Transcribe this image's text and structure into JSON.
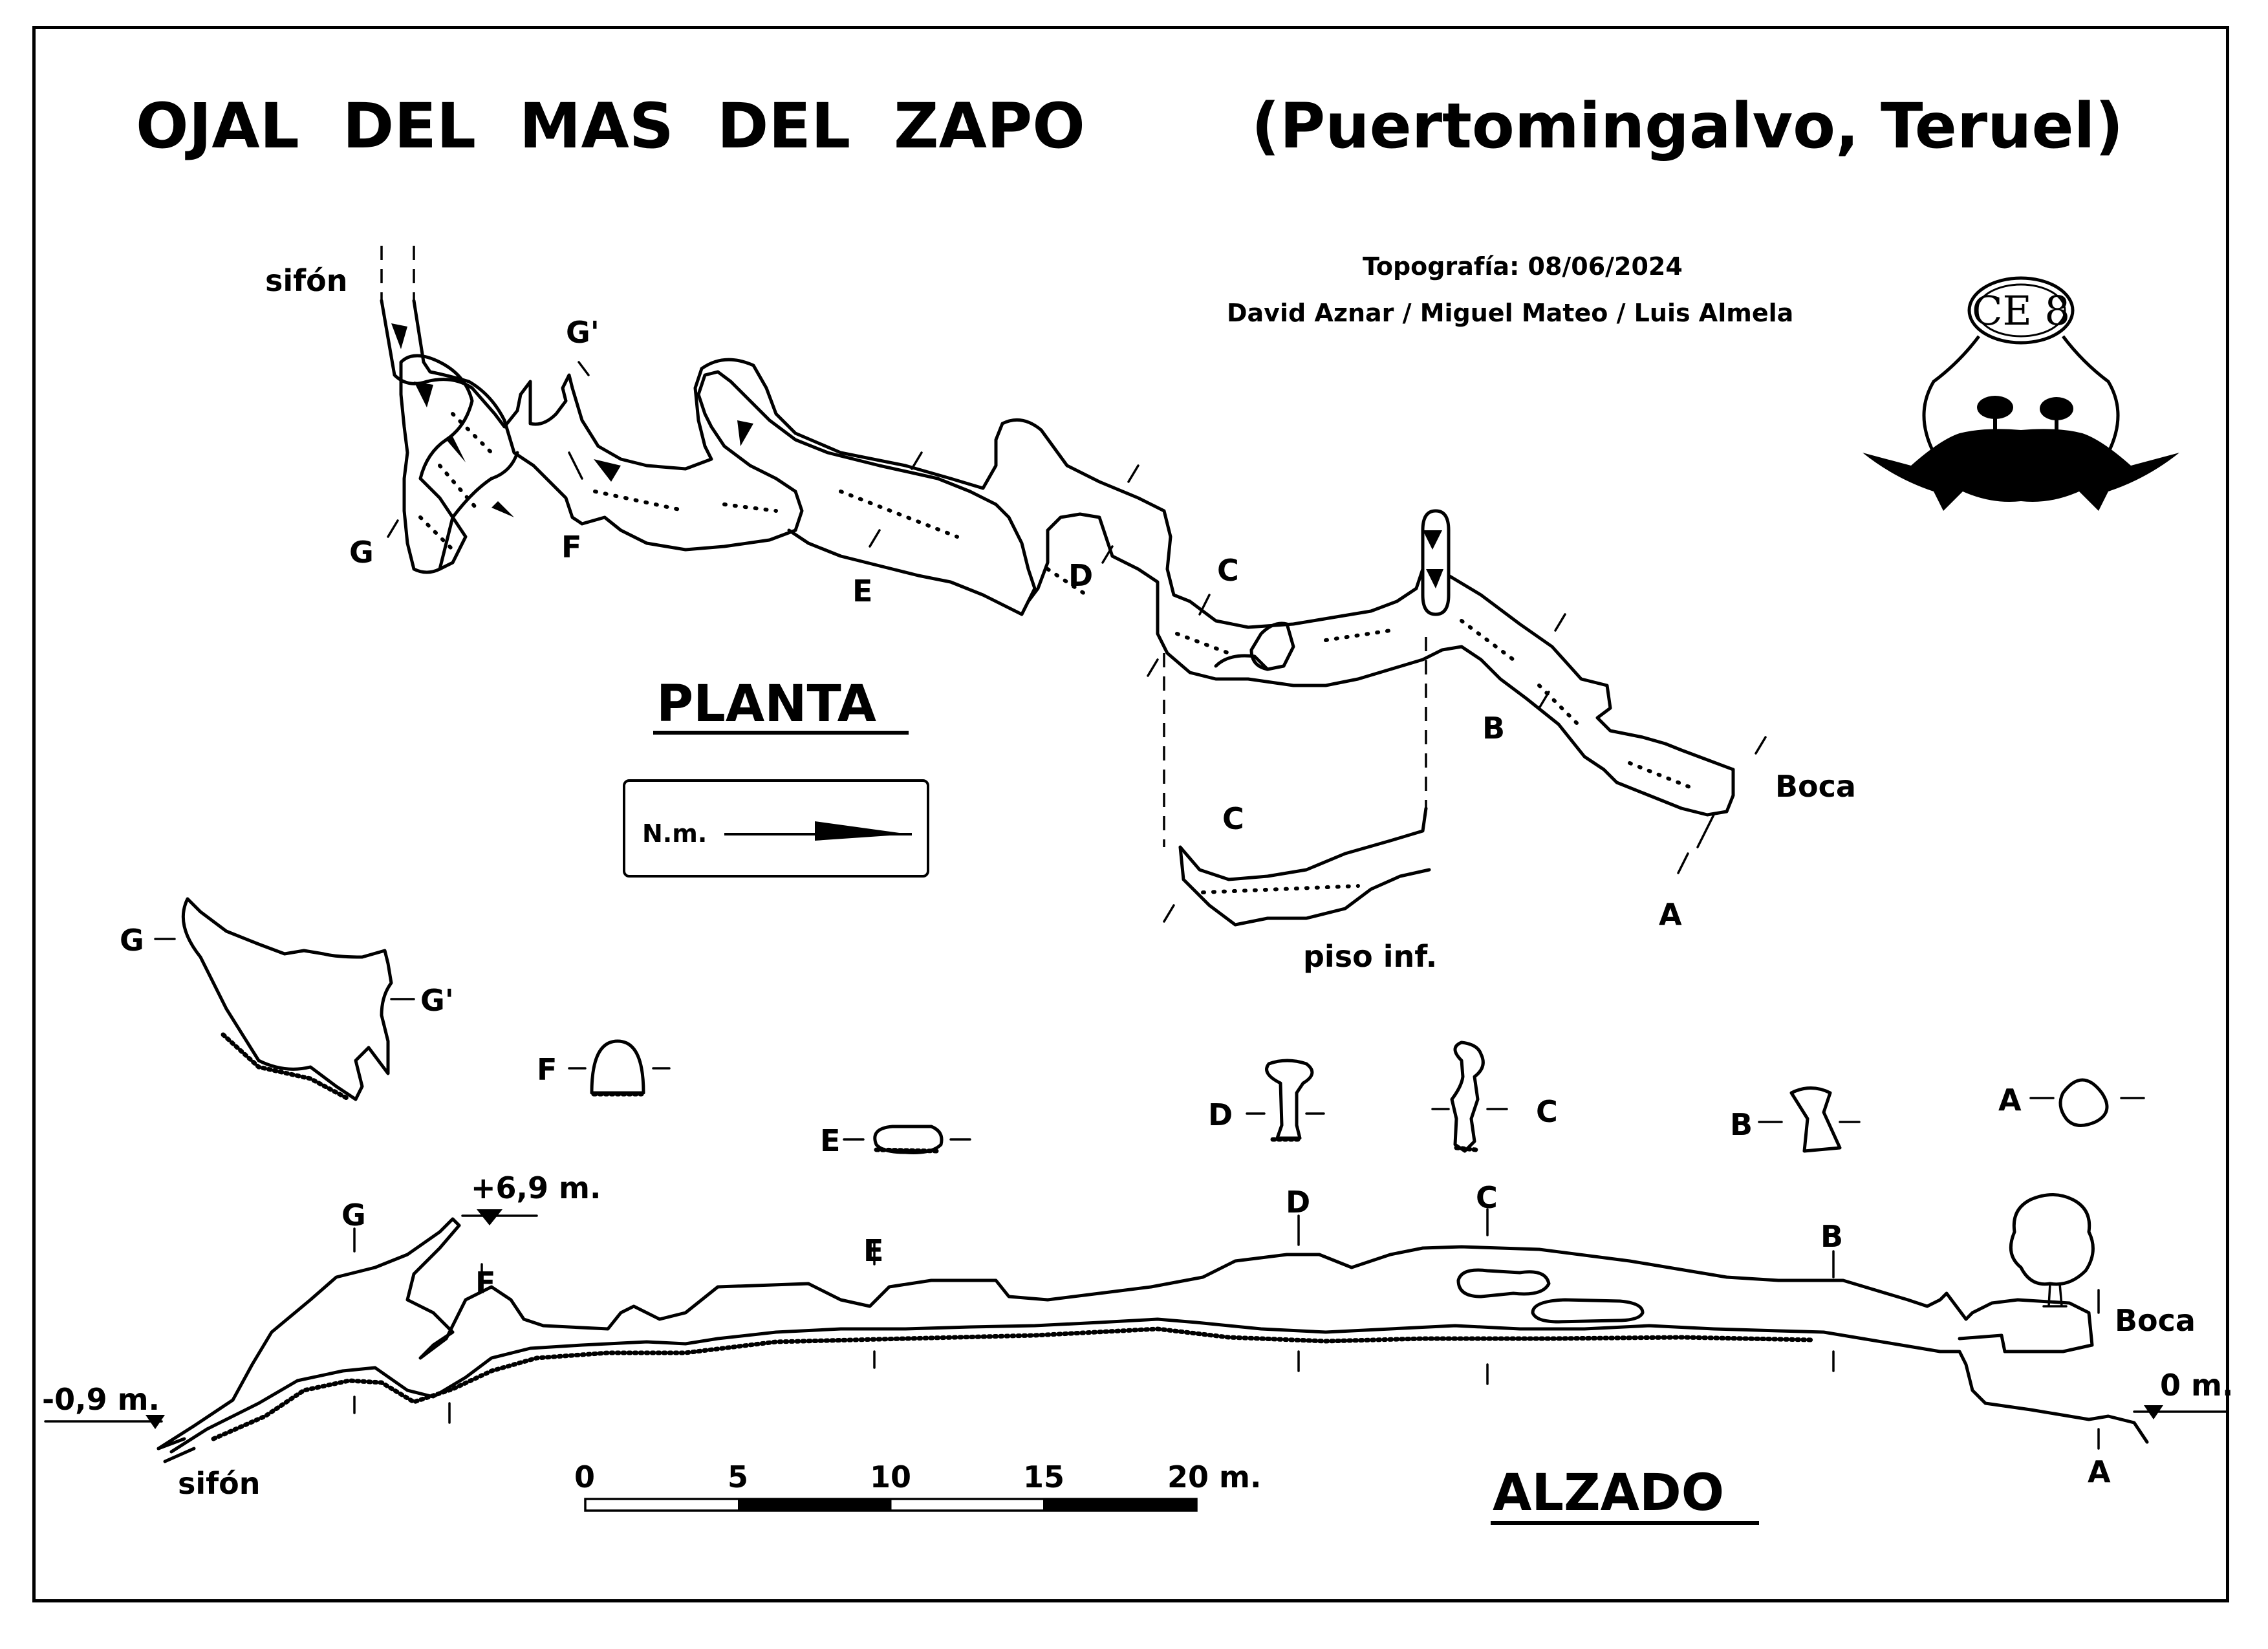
{
  "title": "OJAL  DEL  MAS  DEL  ZAPO",
  "location": "(Puertomingalvo, Teruel)",
  "survey_date": "Topografía: 08/06/2024",
  "authors": "David Aznar / Miguel Mateo / Luis Almela",
  "logo_text": "CE 8",
  "plan_heading": "PLANTA",
  "elevation_heading": "ALZADO",
  "north_label": "N.m.",
  "plan_labels": {
    "sifon": "sifón",
    "g_prime": "G'",
    "g": "G",
    "f": "F",
    "e": "E",
    "d": "D",
    "c": "C",
    "b": "B",
    "boca": "Boca",
    "a": "A",
    "c_lower": "C",
    "lower_level": "piso inf."
  },
  "section_labels": {
    "g": "G",
    "g_prime": "G'",
    "f": "F",
    "e": "E",
    "d": "D",
    "c": "C",
    "b": "B",
    "a": "A"
  },
  "elevation_labels": {
    "g": "G",
    "f": "F",
    "e": "E",
    "d": "D",
    "c": "C",
    "b": "B",
    "a": "A",
    "boca": "Boca",
    "sifon": "sifón",
    "depth_top": "+6,9 m.",
    "depth_left": "-0,9 m.",
    "depth_entrance": "0 m."
  },
  "scale_bar": {
    "ticks": [
      "0",
      "5",
      "10",
      "15",
      "20 m."
    ],
    "length_m": 20
  }
}
